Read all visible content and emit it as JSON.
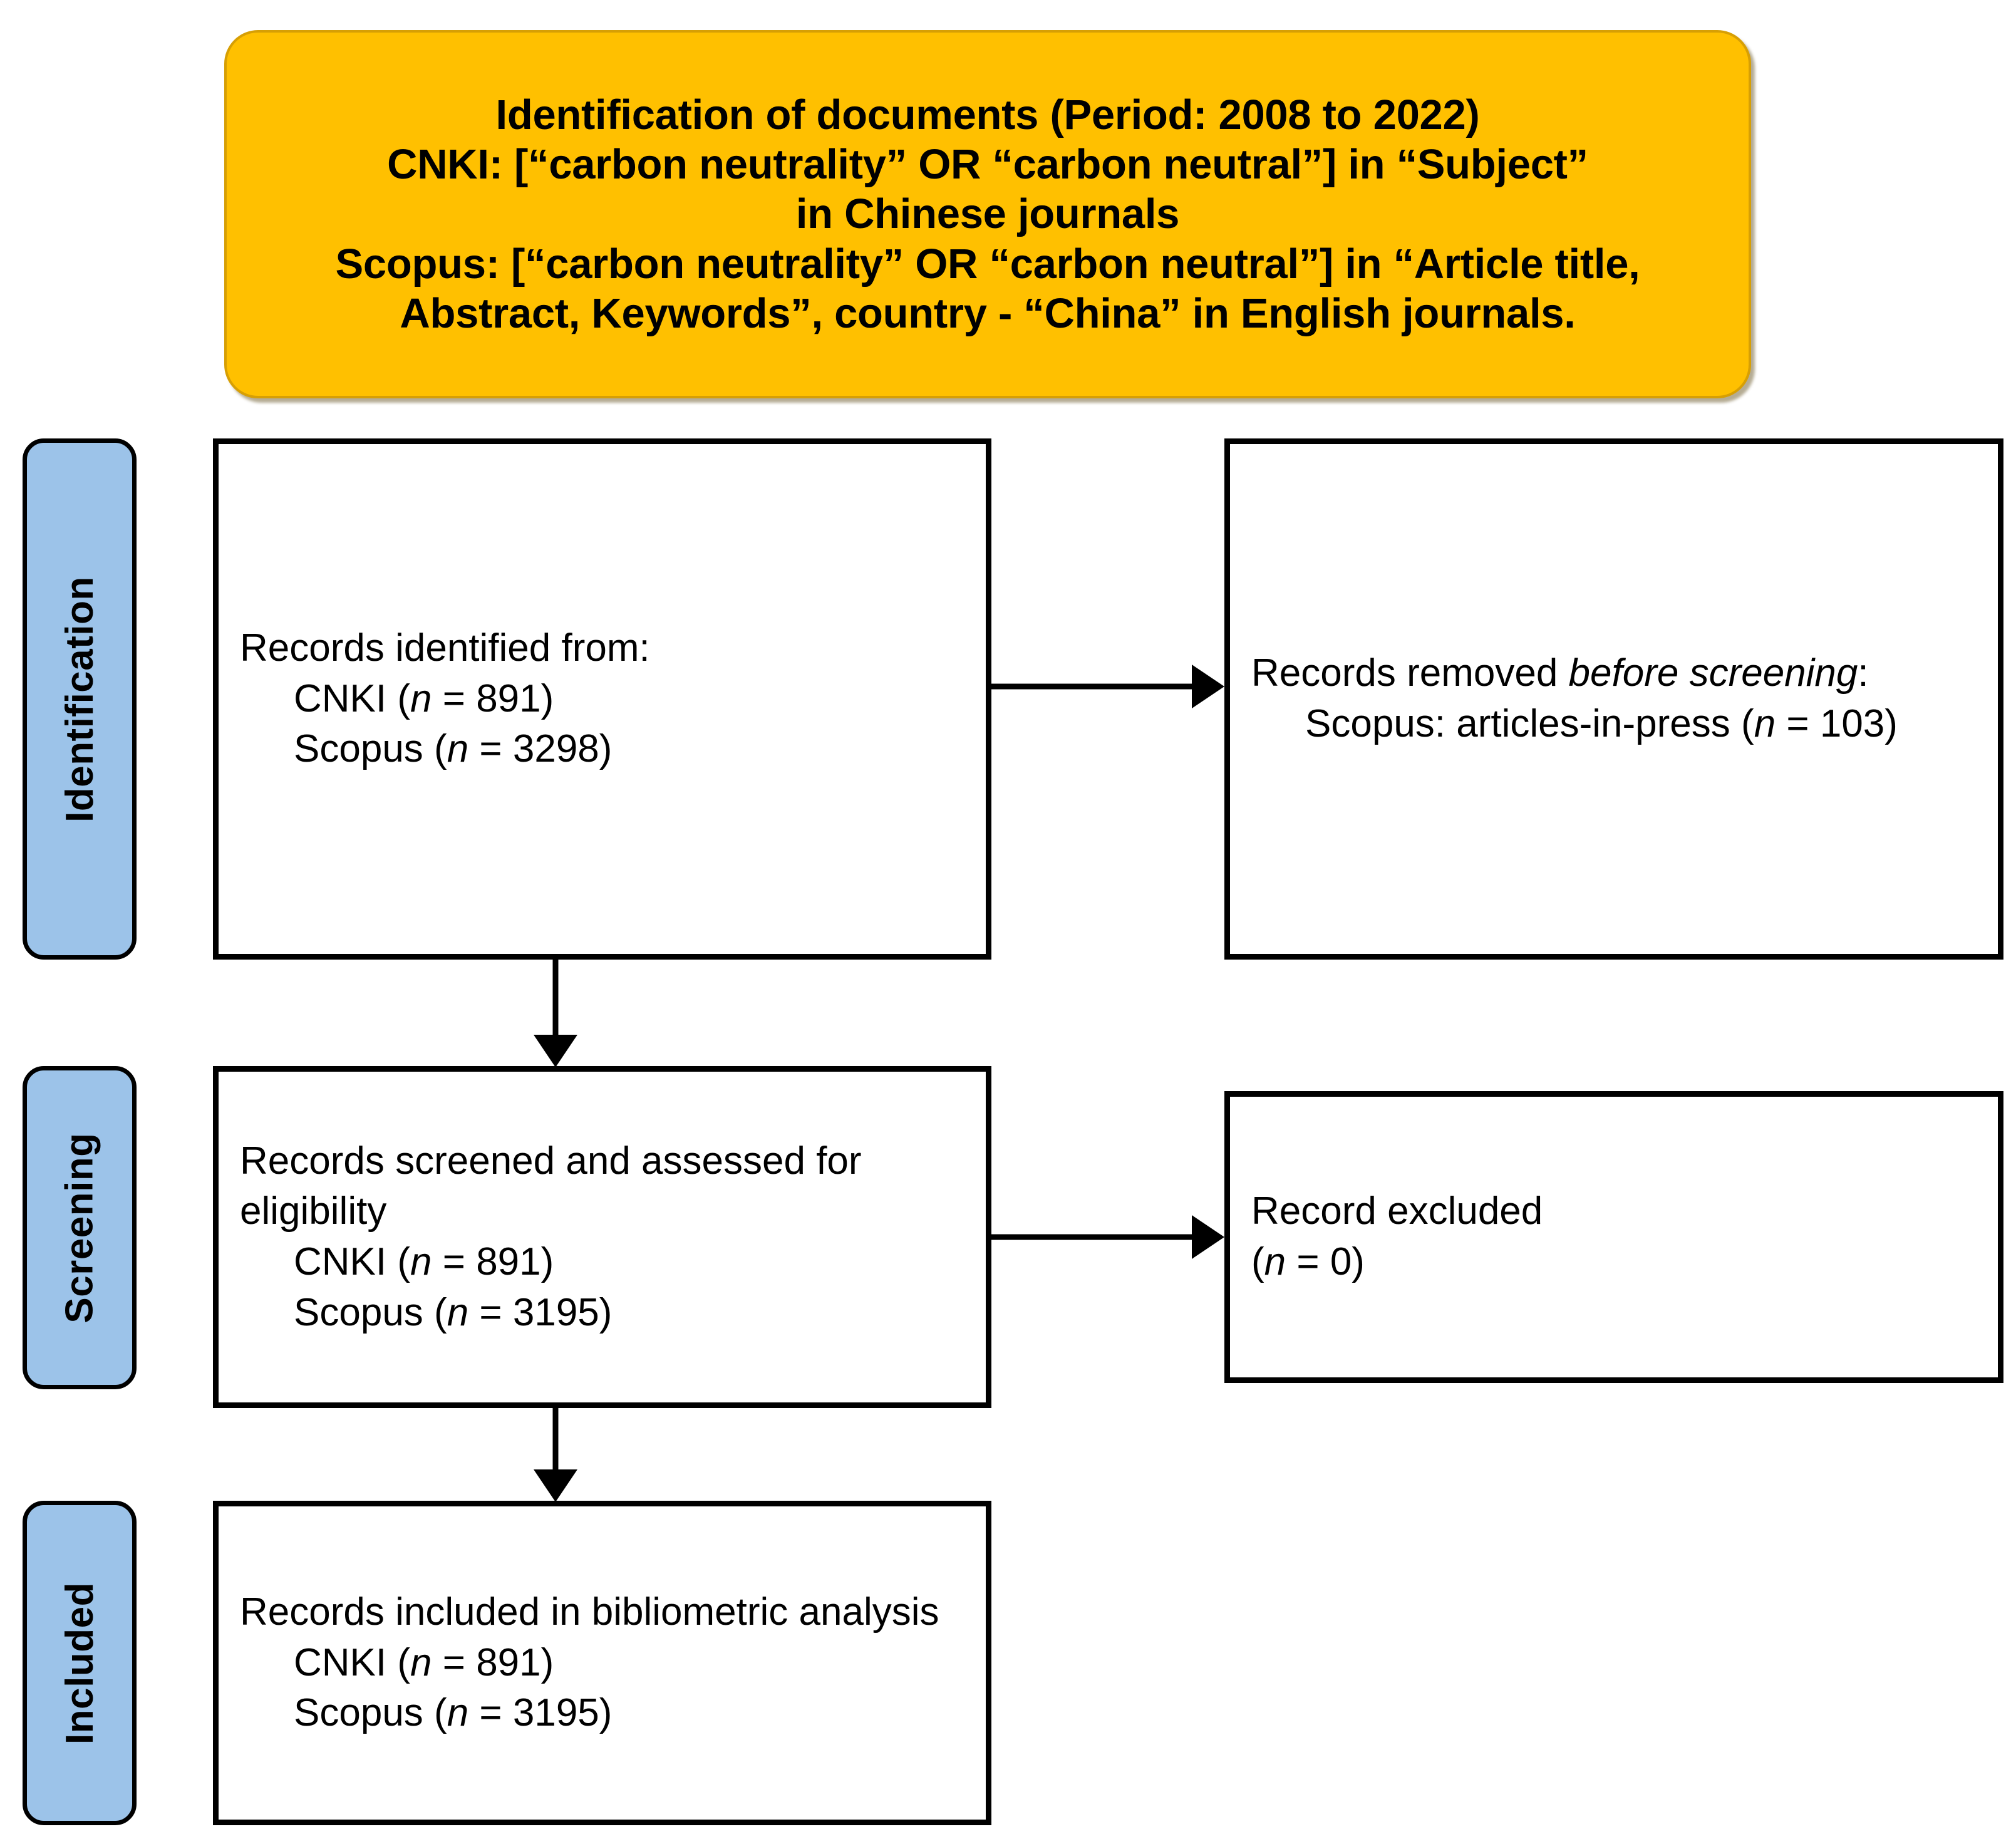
{
  "header": {
    "lines": [
      "Identification of documents (Period: 2008 to 2022)",
      "CNKI: [“carbon neutrality” OR “carbon neutral”] in “Subject”",
      "in Chinese journals",
      "Scopus: [“carbon neutrality” OR “carbon neutral”] in “Article title,",
      "Abstract, Keywords”, country - “China” in English journals."
    ],
    "background_color": "#FFC000"
  },
  "stages": [
    {
      "label": "Identification",
      "color": "#9CC3E9"
    },
    {
      "label": "Screening",
      "color": "#9CC3E9"
    },
    {
      "label": "Included",
      "color": "#9CC3E9"
    }
  ],
  "boxes": {
    "identified": {
      "heading": "Records identified from:",
      "items": [
        {
          "source": "CNKI",
          "n_label": "n",
          "eq": " = ",
          "value": "891"
        },
        {
          "source": "Scopus",
          "n_label": "n",
          "eq": " = ",
          "value": "3298"
        }
      ]
    },
    "removed": {
      "heading_plain": "Records removed ",
      "heading_italic": "before screening",
      "heading_tail": ":",
      "items": [
        {
          "source": "Scopus: articles-in-press",
          "n_label": "n",
          "eq": " = ",
          "value": "103"
        }
      ]
    },
    "screened": {
      "heading": "Records screened and assessed for eligibility",
      "items": [
        {
          "source": "CNKI",
          "n_label": "n",
          "eq": " = ",
          "value": "891"
        },
        {
          "source": "Scopus",
          "n_label": "n",
          "eq": " = ",
          "value": "3195"
        }
      ]
    },
    "excluded": {
      "heading": "Record excluded",
      "n_label": "n",
      "eq": " = ",
      "value": "0"
    },
    "included": {
      "heading": "Records included in bibliometric analysis",
      "items": [
        {
          "source": "CNKI",
          "n_label": "n",
          "eq": " = ",
          "value": "891"
        },
        {
          "source": "Scopus",
          "n_label": "n",
          "eq": " = ",
          "value": "3195"
        }
      ]
    }
  },
  "colors": {
    "accent_orange": "#FFC000",
    "stage_blue": "#9CC3E9",
    "line_black": "#000000",
    "box_fill": "#FFFFFF"
  }
}
